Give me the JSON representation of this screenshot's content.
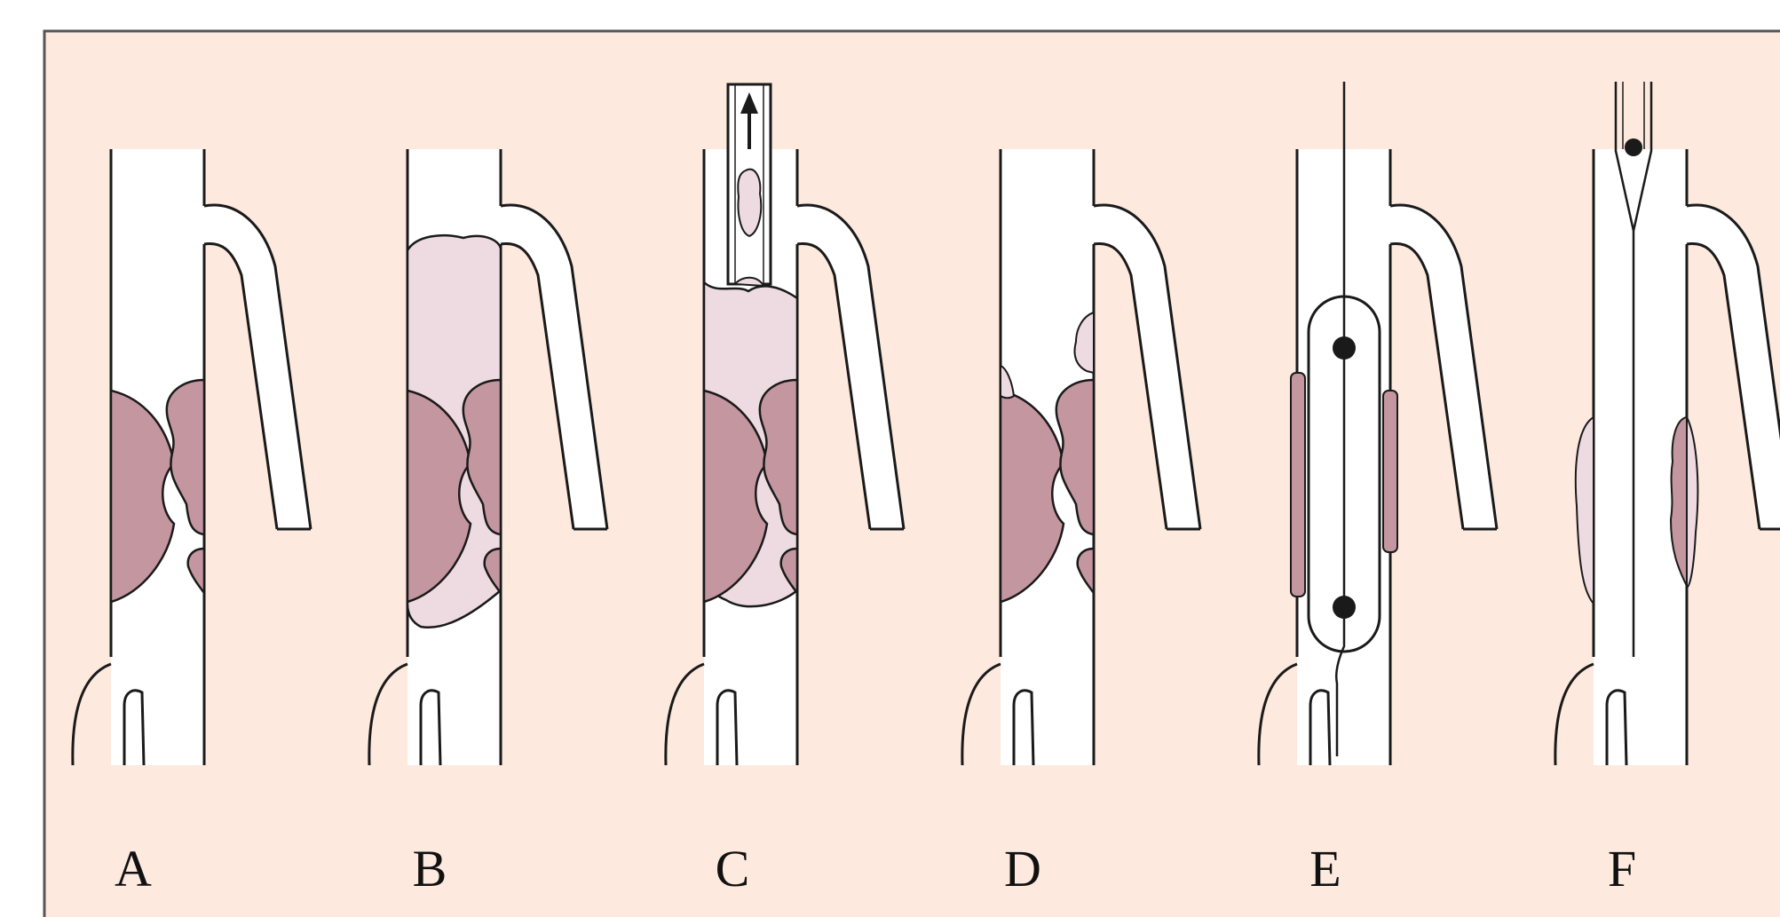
{
  "figure": {
    "panels": [
      {
        "id": "A",
        "label": "A"
      },
      {
        "id": "B",
        "label": "B"
      },
      {
        "id": "C",
        "label": "C"
      },
      {
        "id": "D",
        "label": "D"
      },
      {
        "id": "E",
        "label": "E"
      },
      {
        "id": "F",
        "label": "F"
      }
    ]
  },
  "colors": {
    "background": "#fde9de",
    "border": "#555555",
    "vessel": "#ffffff",
    "outline": "#1a1a1a",
    "plaque": "#c4969f",
    "thrombus": "#eddbe1"
  }
}
